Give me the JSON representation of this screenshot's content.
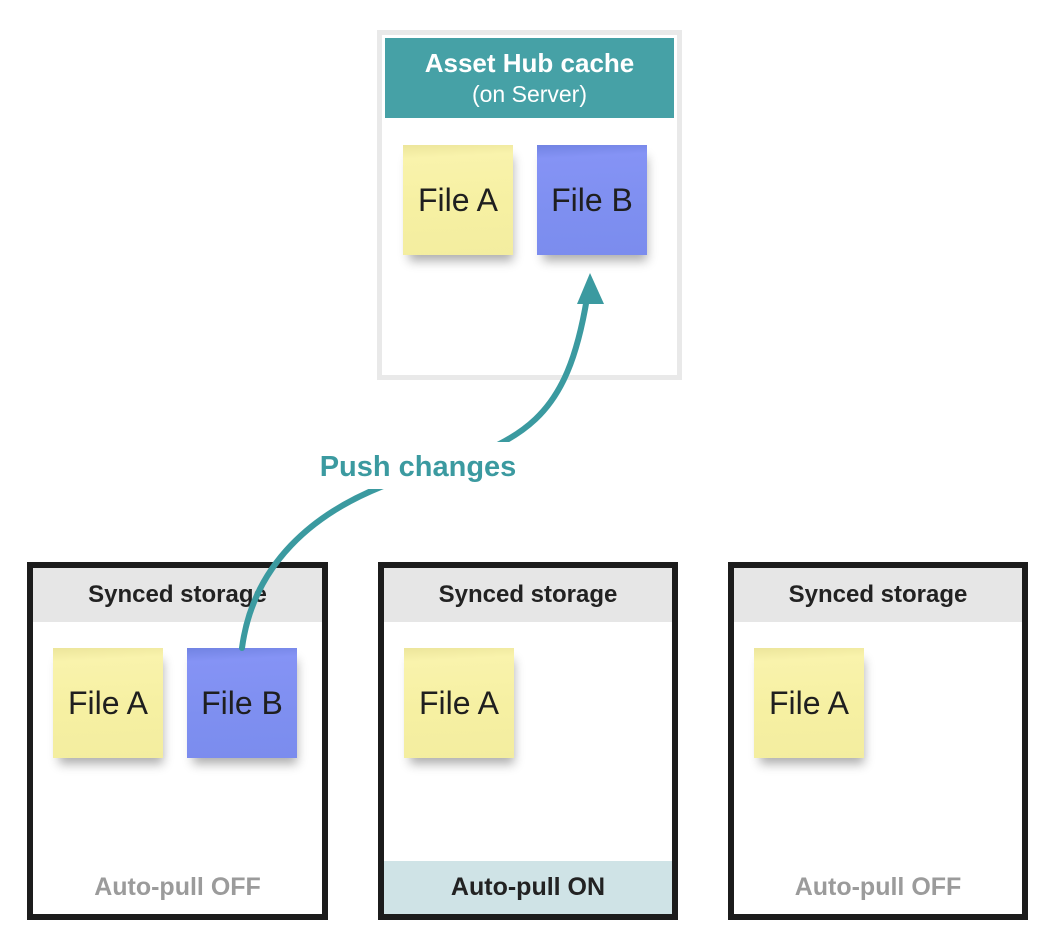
{
  "colors": {
    "teal": "#46a1a6",
    "teal_dark": "#3b9aa0",
    "yellow_note": "#f6f0a2",
    "blue_note": "#7e8ff0",
    "gray_band": "#e6e6e6",
    "teal_band": "#cfe3e6",
    "gray_text": "#9b9b9b",
    "border_light": "#e9e9e9"
  },
  "cache": {
    "title": "Asset Hub cache",
    "subtitle": "(on Server)",
    "files": [
      {
        "label": "File A",
        "color": "yellow"
      },
      {
        "label": "File B",
        "color": "blue"
      }
    ]
  },
  "arrow": {
    "label": "Push changes"
  },
  "storages": [
    {
      "title": "Synced storage",
      "files": [
        {
          "label": "File A",
          "color": "yellow"
        },
        {
          "label": "File B",
          "color": "blue"
        }
      ],
      "status": "Auto-pull OFF"
    },
    {
      "title": "Synced storage",
      "files": [
        {
          "label": "File A",
          "color": "yellow"
        }
      ],
      "status": "Auto-pull ON"
    },
    {
      "title": "Synced storage",
      "files": [
        {
          "label": "File A",
          "color": "yellow"
        }
      ],
      "status": "Auto-pull OFF"
    }
  ]
}
